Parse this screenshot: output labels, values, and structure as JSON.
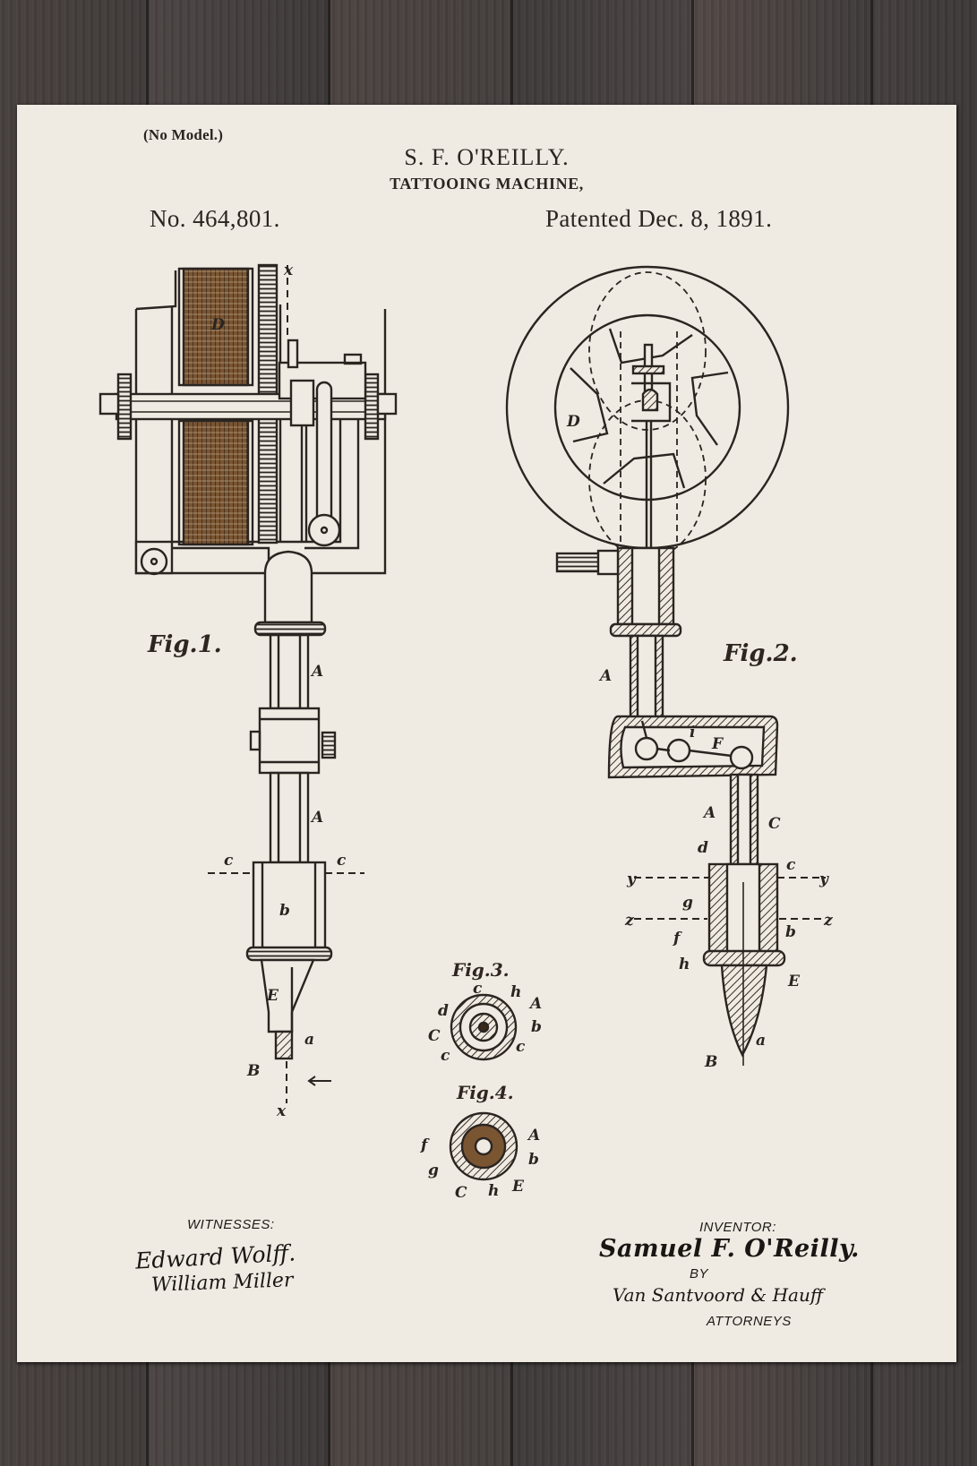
{
  "document": {
    "type": "patent-drawing-print",
    "no_model_note": "(No Model.)",
    "inventor_name_header": "S. F. O'REILLY.",
    "title": "TATTOOING MACHINE,",
    "patent_number": "No. 464,801.",
    "patent_date": "Patented Dec. 8, 1891."
  },
  "figures": [
    {
      "id": "fig1",
      "label": "Fig.1."
    },
    {
      "id": "fig2",
      "label": "Fig.2."
    },
    {
      "id": "fig3",
      "label": "Fig.3."
    },
    {
      "id": "fig4",
      "label": "Fig.4."
    }
  ],
  "fig1_refs": {
    "x_top": "x",
    "D": "D",
    "A_upper": "A",
    "A_lower": "A",
    "c_left": "c",
    "c_right": "c",
    "b": "b",
    "E": "E",
    "a": "a",
    "B": "B",
    "x_bottom": "x"
  },
  "fig2_refs": {
    "D": "D",
    "A": "A",
    "i": "i",
    "F": "F",
    "A2": "A",
    "C": "C",
    "d": "d",
    "c": "c",
    "y_left": "y",
    "y_right": "y",
    "g": "g",
    "z_left": "z",
    "z_right": "z",
    "f": "f",
    "b": "b",
    "h": "h",
    "E": "E",
    "a": "a",
    "B": "B"
  },
  "fig3_refs": {
    "c_top": "c",
    "h": "h",
    "A": "A",
    "d": "d",
    "b": "b",
    "C": "C",
    "c_right": "c",
    "c_bottom": "c"
  },
  "fig4_refs": {
    "f": "f",
    "A": "A",
    "b": "b",
    "g": "g",
    "C": "C",
    "h": "h",
    "E": "E"
  },
  "footer": {
    "witnesses_label": "WITNESSES:",
    "witness_1": "Edward Wolff.",
    "witness_2": "William Miller",
    "inventor_label": "INVENTOR:",
    "inventor_signature": "Samuel F. O'Reilly.",
    "by_label": "BY",
    "attorneys_signature": "Van Santvoord & Hauff",
    "attorneys_label": "ATTORNEYS"
  },
  "colors": {
    "paper": "#efebe2",
    "ink": "#2b2521",
    "coil_brown": "#6b4a2a",
    "wood_background": "#3f3a39"
  }
}
